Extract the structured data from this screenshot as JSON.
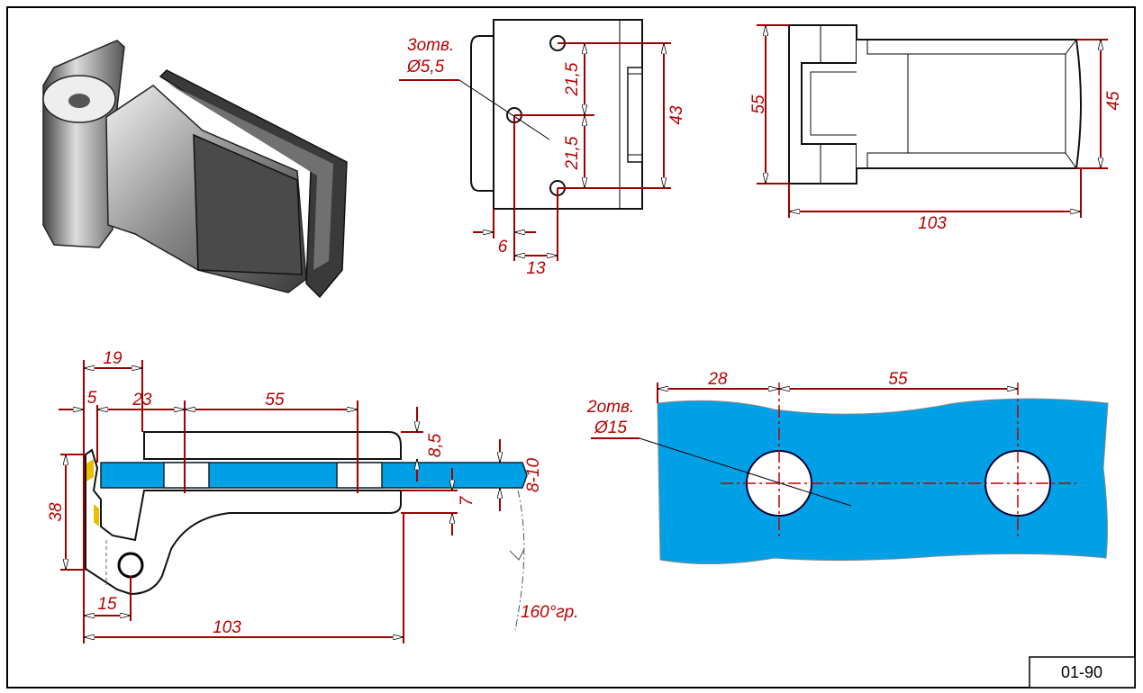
{
  "drawing_number": "01-90",
  "colors": {
    "dimension": "#a00000",
    "glass": "#00a0e6",
    "outline": "#111111"
  },
  "front_view": {
    "hole_note_count": "3отв.",
    "hole_note_diameter": "Ø5,5",
    "dim_upper_spacing": "21,5",
    "dim_lower_spacing": "21,5",
    "dim_total_height": "43",
    "dim_edge_offset": "6",
    "dim_hole_offset": "13"
  },
  "top_view": {
    "dim_height": "55",
    "dim_inner_height": "45",
    "dim_length": "103"
  },
  "side_view": {
    "dim_19": "19",
    "dim_5": "5",
    "dim_23": "23",
    "dim_55": "55",
    "dim_8_5": "8,5",
    "dim_7": "7",
    "dim_glass": "8-10",
    "dim_38": "38",
    "dim_15": "15",
    "dim_103": "103",
    "rotation_angle": "160°гр."
  },
  "glass_view": {
    "hole_note_count": "2отв.",
    "hole_note_diameter": "Ø15",
    "dim_28": "28",
    "dim_55": "55"
  }
}
